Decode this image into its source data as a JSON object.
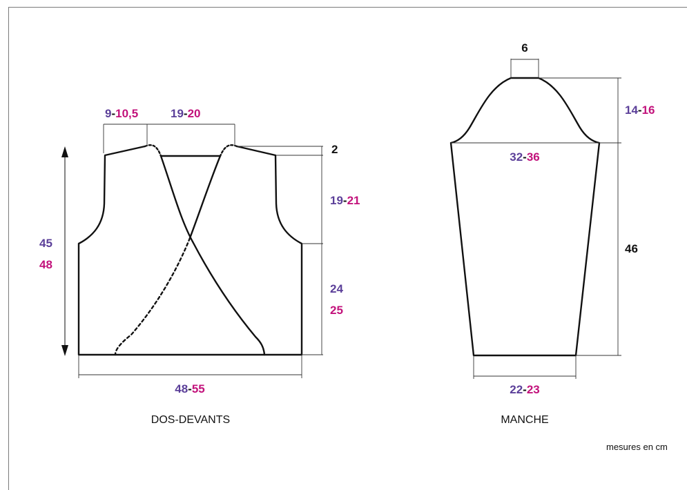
{
  "colors": {
    "size1": "#5b3f99",
    "size2": "#c2127b",
    "neutral": "#111111"
  },
  "front": {
    "caption": "DOS-DEVANTS",
    "shoulder": {
      "a": "9",
      "sep": "-",
      "b": "10,5"
    },
    "neck": {
      "a": "19",
      "sep": "-",
      "b": "20"
    },
    "neck_drop": "2",
    "armhole": {
      "a": "19",
      "sep": "-",
      "b": "21"
    },
    "side": {
      "a": "24",
      "b": "25"
    },
    "length": {
      "a": "45",
      "b": "48"
    },
    "width": {
      "a": "48",
      "sep": "-",
      "b": "55"
    }
  },
  "sleeve": {
    "caption": "MANCHE",
    "top": "6",
    "cap_height": {
      "a": "14",
      "sep": "-",
      "b": "16"
    },
    "upper_width": {
      "a": "32",
      "sep": "-",
      "b": "36"
    },
    "length": "46",
    "cuff": {
      "a": "22",
      "sep": "-",
      "b": "23"
    }
  },
  "note": "mesures en cm"
}
